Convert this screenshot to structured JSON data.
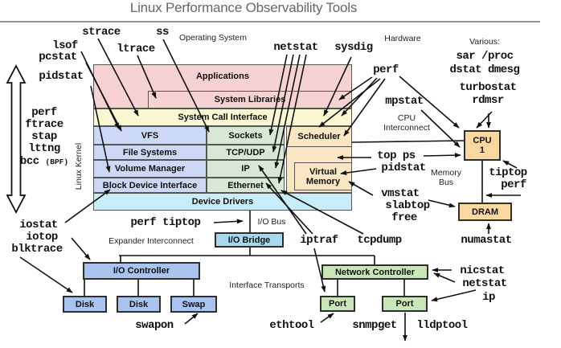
{
  "title": "Linux Performance Observability Tools",
  "colors": {
    "app_pink": "#f6d2d2",
    "syscall_yellow": "#faf7d3",
    "fs_blue": "#ccd9f6",
    "net_green": "#d7e8d4",
    "sched_tan": "#fae6c3",
    "drivers_cyan": "#c9edf8",
    "chip_orange": "#fbd8a0",
    "io_blue": "#a9c3ef",
    "nic_green": "#c9e7b6",
    "bridge_cyan": "#a5d9ef",
    "border": "#565656",
    "arrow": "#111111",
    "title_gray": "#666666"
  },
  "labels": {
    "operating_system": "Operating System",
    "hardware": "Hardware",
    "various": "Various:",
    "linux_kernel": "Linux Kernel",
    "cpu_interconnect_1": "CPU",
    "cpu_interconnect_2": "Interconnect",
    "memory_bus_1": "Memory",
    "memory_bus_2": "Bus",
    "io_bus": "I/O Bus",
    "expander_interconnect": "Expander Interconnect",
    "interface_transports": "Interface Transports"
  },
  "stack": {
    "applications": "Applications",
    "system_libraries": "System Libraries",
    "system_call_interface": "System Call Interface",
    "vfs": "VFS",
    "file_systems": "File Systems",
    "volume_manager": "Volume Manager",
    "block_device_interface": "Block Device Interface",
    "sockets": "Sockets",
    "tcp_udp": "TCP/UDP",
    "ip": "IP",
    "ethernet": "Ethernet",
    "scheduler": "Scheduler",
    "virtual_memory_1": "Virtual",
    "virtual_memory_2": "Memory",
    "device_drivers": "Device Drivers"
  },
  "hardware_nodes": {
    "cpu_1": "CPU",
    "cpu_2": "1",
    "dram": "DRAM",
    "io_bridge": "I/O Bridge",
    "io_controller": "I/O Controller",
    "disk1": "Disk",
    "disk2": "Disk",
    "swap": "Swap",
    "network_controller": "Network Controller",
    "port1": "Port",
    "port2": "Port"
  },
  "tools": {
    "strace": "strace",
    "lsof": "lsof",
    "pcstat": "pcstat",
    "ltrace": "ltrace",
    "ss": "ss",
    "pidstat_left": "pidstat",
    "perf_stack": "perf",
    "ftrace": "ftrace",
    "stap": "stap",
    "lttng": "lttng",
    "bcc": "bcc",
    "bpf_suffix": "(BPF)",
    "netstat_top": "netstat",
    "sysdig": "sysdig",
    "perf_top": "perf",
    "sar_proc": "sar /proc",
    "dstat_dmesg": "dstat dmesg",
    "turbostat": "turbostat",
    "rdmsr": "rdmsr",
    "mpstat": "mpstat",
    "top_ps": "top ps",
    "pidstat_right": "pidstat",
    "vmstat": "vmstat",
    "slabtop": "slabtop",
    "free": "free",
    "tiptop": "tiptop",
    "perf_right": "perf",
    "numastat": "numastat",
    "iostat": "iostat",
    "iotop": "iotop",
    "blktrace": "blktrace",
    "perf_tiptop": "perf tiptop",
    "iptraf": "iptraf",
    "tcpdump": "tcpdump",
    "swapon": "swapon",
    "ethtool": "ethtool",
    "snmpget": "snmpget",
    "lldptool": "lldptool",
    "nicstat": "nicstat",
    "netstat_right": "netstat",
    "ip_tool": "ip"
  }
}
